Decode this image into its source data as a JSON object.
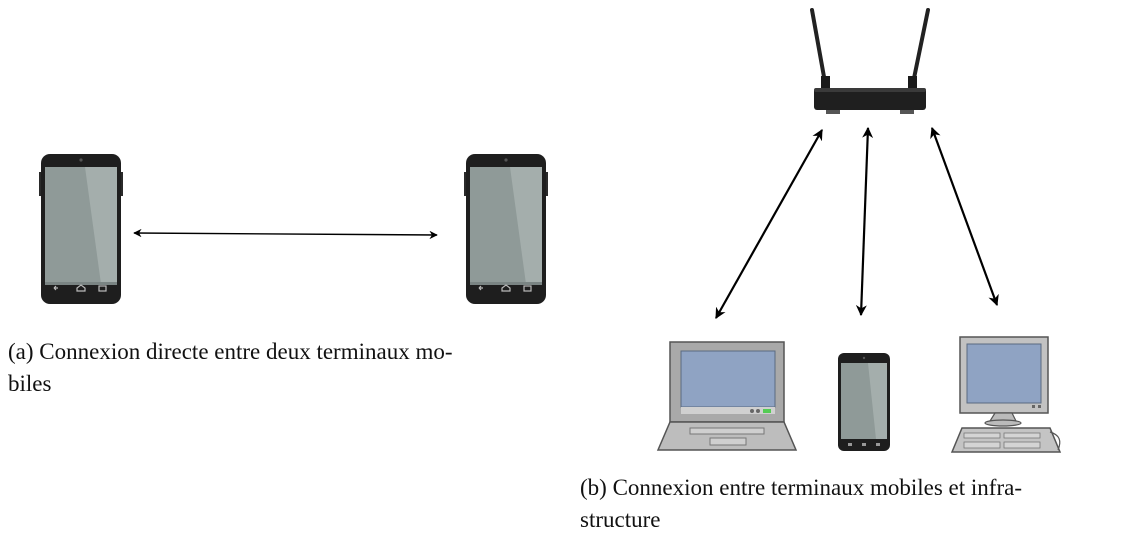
{
  "caption_a": {
    "line1": "(a) Connexion directe entre deux terminaux mo-",
    "line2": "biles"
  },
  "caption_b": {
    "line1": "(b) Connexion entre terminaux mobiles et infra-",
    "line2": "structure"
  },
  "icons": {
    "phone": "smartphone-icon",
    "router": "wifi-router-icon",
    "laptop": "laptop-icon",
    "desktop": "desktop-computer-icon"
  },
  "colors": {
    "device_body": "#1e1e1e",
    "phone_screen": "#8f9a98",
    "laptop_frame": "#a7a7a7",
    "monitor_screen": "#8fa3c3",
    "arrow": "#000000"
  }
}
